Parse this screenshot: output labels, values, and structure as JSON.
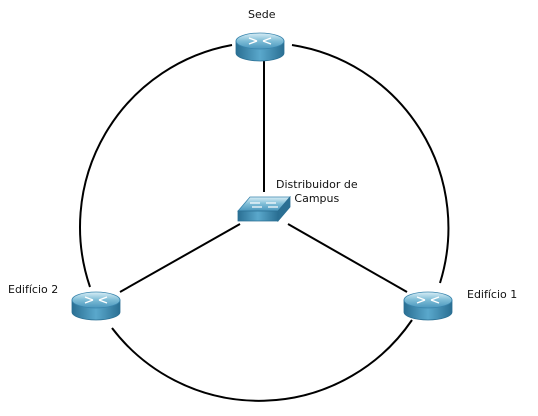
{
  "nodes": {
    "sede": {
      "label": "Sede",
      "type": "router"
    },
    "distribuidor": {
      "label_line1": "Distribuidor de",
      "label_line2": "Campus",
      "type": "switch"
    },
    "edificio2": {
      "label": "Edifício 2",
      "type": "router"
    },
    "edificio1": {
      "label": "Edifício 1",
      "type": "router"
    }
  },
  "links": [
    {
      "from": "sede",
      "to": "distribuidor"
    },
    {
      "from": "distribuidor",
      "to": "edificio2"
    },
    {
      "from": "distribuidor",
      "to": "edificio1"
    },
    {
      "from": "sede",
      "to": "edificio2"
    },
    {
      "from": "sede",
      "to": "edificio1"
    },
    {
      "from": "edificio2",
      "to": "edificio1"
    }
  ],
  "colors": {
    "link": "#000000",
    "device_top": "#5fa9c9",
    "device_side": "#2f7ea6",
    "device_light": "#cfe9f3"
  }
}
